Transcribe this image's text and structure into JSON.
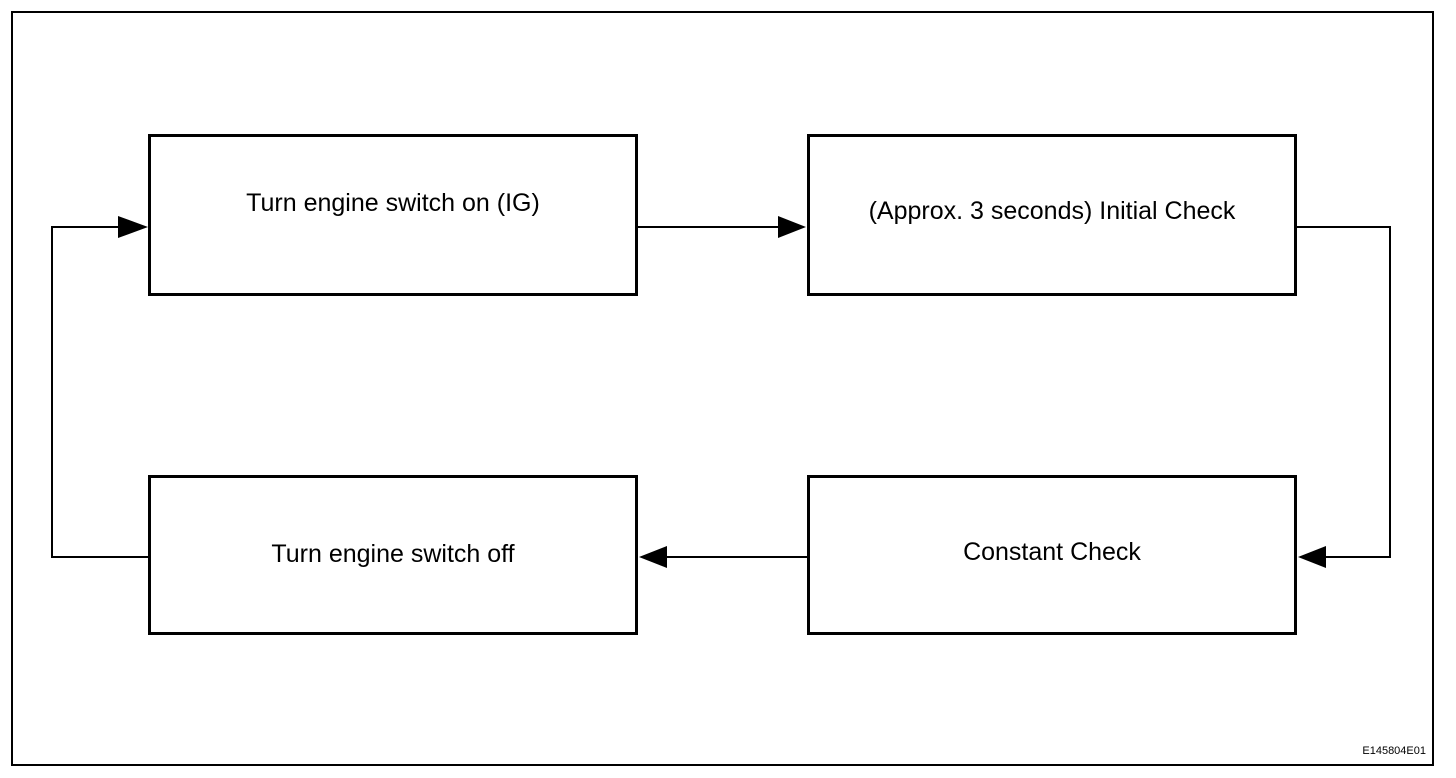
{
  "diagram": {
    "nodes": [
      {
        "id": "ignition-on",
        "label": "Turn engine switch on (IG)"
      },
      {
        "id": "initial-check",
        "label": "(Approx. 3 seconds) Initial Check"
      },
      {
        "id": "constant-check",
        "label": "Constant Check"
      },
      {
        "id": "ignition-off",
        "label": "Turn engine switch off"
      }
    ],
    "edges": [
      {
        "from": "ignition-on",
        "to": "initial-check"
      },
      {
        "from": "initial-check",
        "to": "constant-check"
      },
      {
        "from": "constant-check",
        "to": "ignition-off"
      },
      {
        "from": "ignition-off",
        "to": "ignition-on"
      }
    ],
    "figure_code": "E145804E01"
  }
}
